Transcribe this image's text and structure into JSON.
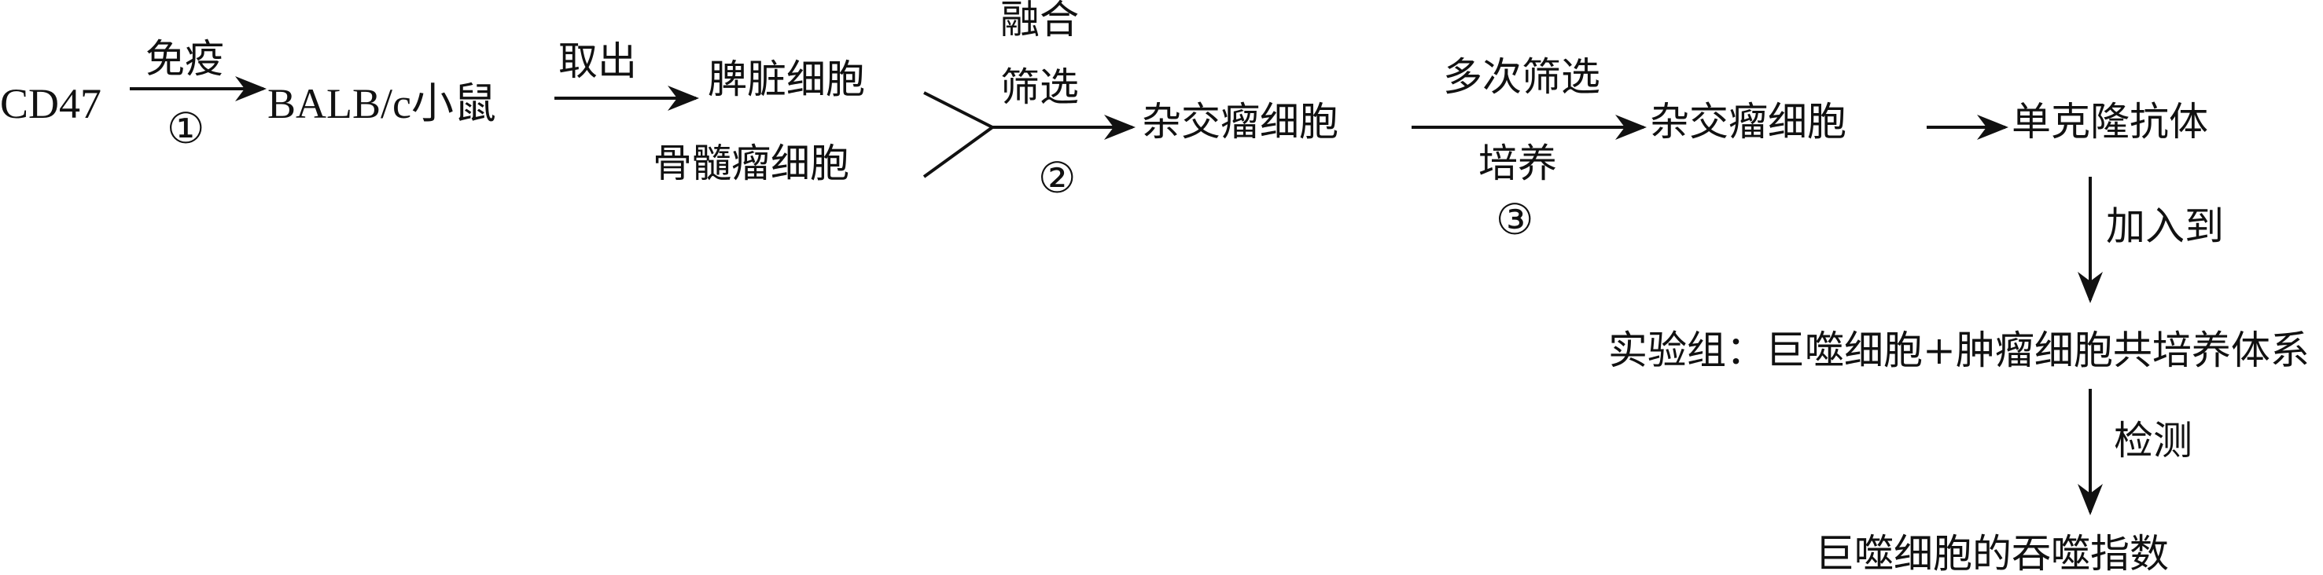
{
  "nodes": {
    "cd47": "CD47",
    "mouse": "BALB/c小鼠",
    "spleen_cells": "脾脏细胞",
    "myeloma_cells": "骨髓瘤细胞",
    "hybridoma_1": "杂交瘤细胞",
    "hybridoma_2": "杂交瘤细胞",
    "monoclonal_antibody": "单克隆抗体",
    "experiment_group": "实验组：巨噬细胞+肿瘤细胞共培养体系",
    "phagocytosis_index": "巨噬细胞的吞噬指数"
  },
  "arrows": {
    "immunize": {
      "label": "免疫",
      "step": "①"
    },
    "extract": {
      "label": "取出"
    },
    "fuse_screen": {
      "label_line1": "融合",
      "label_line2": "筛选",
      "step": "②"
    },
    "multi_screen": {
      "label": "多次筛选",
      "label_below": "培养",
      "step": "③"
    },
    "add_to": {
      "label": "加入到"
    },
    "detect": {
      "label": "检测"
    }
  },
  "colors": {
    "ink": "#111111",
    "background": "#ffffff"
  }
}
